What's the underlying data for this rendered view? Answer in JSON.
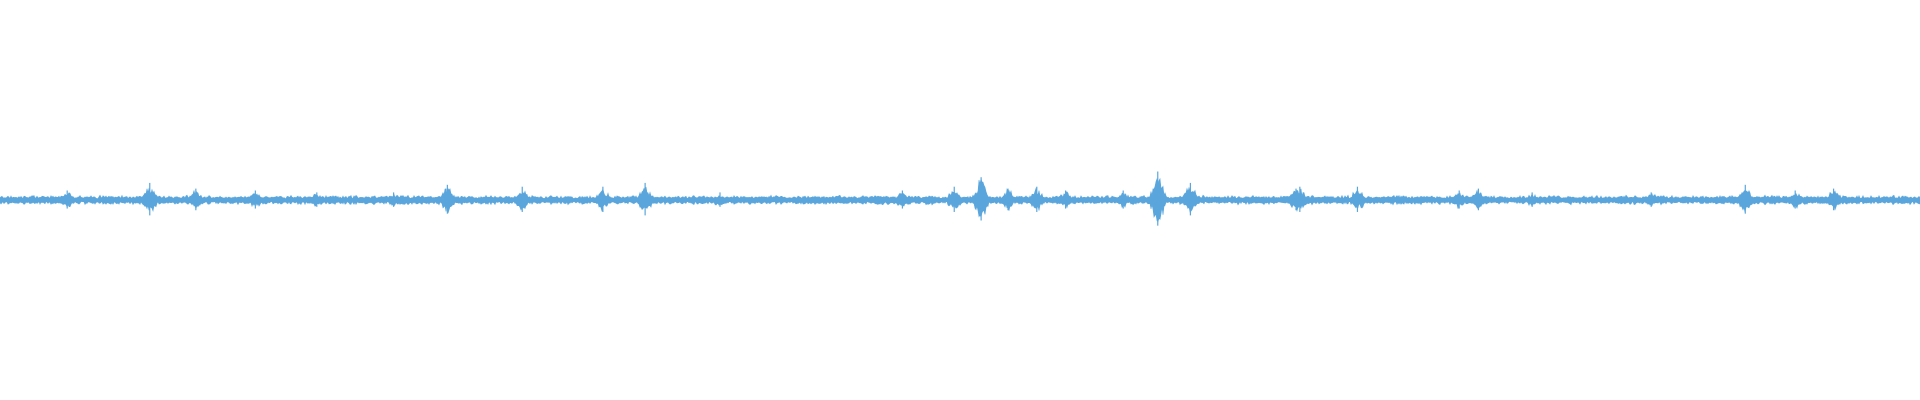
{
  "chart_data": {
    "type": "area",
    "description_visible_text": "",
    "title": "",
    "xlabel": "",
    "ylabel": "",
    "ylim": [
      -1,
      1
    ],
    "grid": false,
    "legend": "none",
    "series": [
      {
        "color": "#5aa6dc",
        "baseline_amplitude": 0.02,
        "bursts": [
          {
            "t": 0.035,
            "amp": 0.05
          },
          {
            "t": 0.078,
            "amp": 0.09
          },
          {
            "t": 0.102,
            "amp": 0.06
          },
          {
            "t": 0.133,
            "amp": 0.05
          },
          {
            "t": 0.165,
            "amp": 0.04
          },
          {
            "t": 0.205,
            "amp": 0.04
          },
          {
            "t": 0.233,
            "amp": 0.08
          },
          {
            "t": 0.272,
            "amp": 0.07
          },
          {
            "t": 0.314,
            "amp": 0.07
          },
          {
            "t": 0.336,
            "amp": 0.09
          },
          {
            "t": 0.375,
            "amp": 0.04
          },
          {
            "t": 0.47,
            "amp": 0.05
          },
          {
            "t": 0.497,
            "amp": 0.07
          },
          {
            "t": 0.511,
            "amp": 0.12
          },
          {
            "t": 0.525,
            "amp": 0.06
          },
          {
            "t": 0.54,
            "amp": 0.07
          },
          {
            "t": 0.555,
            "amp": 0.05
          },
          {
            "t": 0.585,
            "amp": 0.05
          },
          {
            "t": 0.603,
            "amp": 0.15
          },
          {
            "t": 0.62,
            "amp": 0.09
          },
          {
            "t": 0.675,
            "amp": 0.06
          },
          {
            "t": 0.677,
            "amp": 0.07
          },
          {
            "t": 0.707,
            "amp": 0.07
          },
          {
            "t": 0.76,
            "amp": 0.05
          },
          {
            "t": 0.77,
            "amp": 0.06
          },
          {
            "t": 0.798,
            "amp": 0.04
          },
          {
            "t": 0.86,
            "amp": 0.04
          },
          {
            "t": 0.909,
            "amp": 0.08
          },
          {
            "t": 0.935,
            "amp": 0.05
          },
          {
            "t": 0.955,
            "amp": 0.06
          }
        ]
      }
    ]
  }
}
